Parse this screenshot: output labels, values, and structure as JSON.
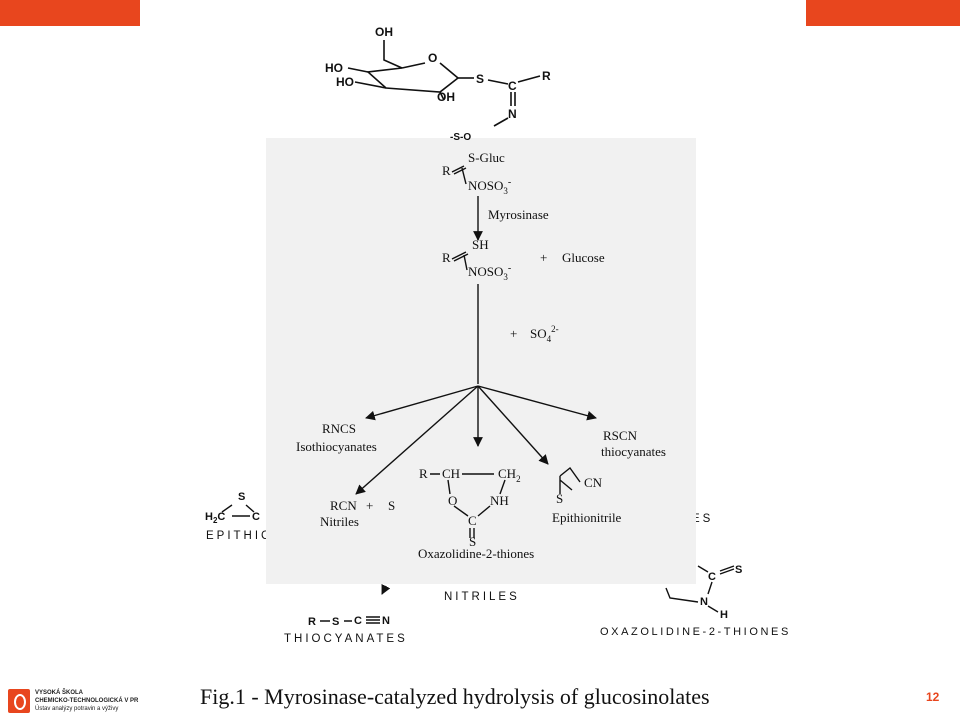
{
  "brand": {
    "accent_color": "#e8461e"
  },
  "glucosinolate": {
    "oh_top": "OH",
    "oh_left1": "HO",
    "oh_left2": "HO",
    "oh_bottom": "OH",
    "ring_o": "O",
    "s": "S",
    "c": "C",
    "r": "R",
    "n": "N",
    "partial": "‐S‐O"
  },
  "scheme": {
    "substrate": {
      "r": "R",
      "sgluc": "S-Gluc",
      "noso3": "NOSO",
      "sub3": "3",
      "sup": "-"
    },
    "enzyme": "Myrosinase",
    "aglycone": {
      "r": "R",
      "sh": "SH",
      "noso3": "NOSO",
      "sub3": "3",
      "sup": "-",
      "plus": "+",
      "glucose": "Glucose"
    },
    "sulfate": {
      "plus": "+",
      "so": "SO",
      "sub4": "4",
      "sup": "2-"
    },
    "isothiocyanate": {
      "formula": "RNCS",
      "name": "Isothiocyanates"
    },
    "thiocyanate": {
      "formula": "RSCN",
      "name": "thiocyanates"
    },
    "nitrile": {
      "formula": "RCN",
      "plus": "+",
      "s": "S",
      "name": "Nitriles"
    },
    "oxazolidine": {
      "r": "R",
      "ch": "CH",
      "ch2": "CH",
      "sub2": "2",
      "o": "O",
      "nh": "NH",
      "c": "C",
      "s": "S",
      "name": "Oxazolidine-2-thiones"
    },
    "epithionitrile": {
      "cn": "CN",
      "s": "S",
      "name": "Epithionitrile"
    }
  },
  "background_slide": {
    "epithio_s": "S",
    "epithio_h2c": "H",
    "epithio_sub2": "2",
    "epithio_c1": "C",
    "epithio_c2": "C",
    "epithio_label": "EPITHIC",
    "es_fragment": "ES",
    "nitriles_label": "NITRILES",
    "thiocyanate_r": "R",
    "thiocyanate_s": "S",
    "thiocyanate_c": "C",
    "thiocyanate_n": "N",
    "thiocyanates_label": "THIOCYANATES",
    "ox_c": "C",
    "ox_s": "S",
    "ox_n": "N",
    "ox_h": "H",
    "oxazolidine_label": "OXAZOLIDINE-2-THIONES"
  },
  "logo": {
    "line1": "VYSOKÁ ŠKOLA",
    "line2": "CHEMICKO-TECHNOLOGICKÁ V PR",
    "line3": "Ústav analýzy potravin a výživy"
  },
  "caption": "Fig.1 - Myrosinase-catalyzed hydrolysis of glucosinolates",
  "page_number": "12"
}
